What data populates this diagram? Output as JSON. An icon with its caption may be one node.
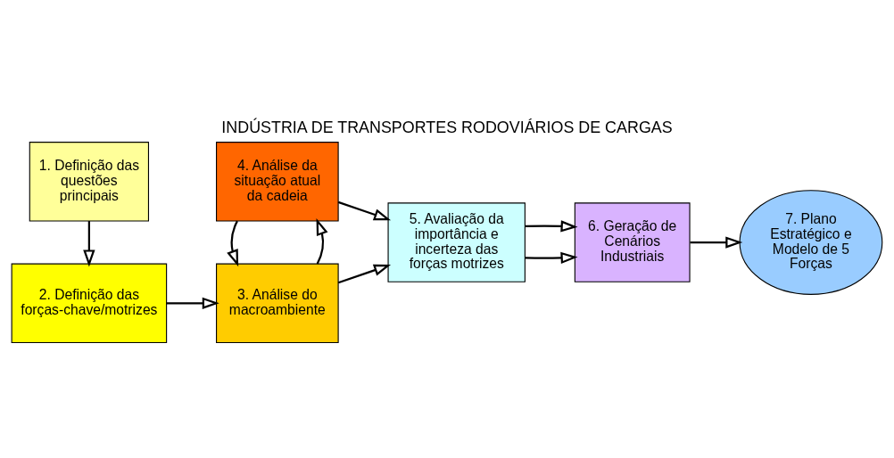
{
  "diagram": {
    "title": "INDÚSTRIA DE TRANSPORTES RODOVIÁRIOS DE CARGAS",
    "nodes": [
      {
        "text": [
          "1. Definição das questões principais"
        ]
      },
      {
        "text": [
          "4. Análise da situação atual da cadeia"
        ]
      },
      {
        "text": [
          "5. Avaliação da importância e incerteza das forças motrizes"
        ]
      },
      {
        "text": [
          "6. Geração de Cenários Industriais"
        ]
      },
      {
        "text": [
          "7. Plano Estratégico e Modelo de 5 Forças"
        ]
      },
      {
        "text": [
          "2. Definição das forças-chave/motrizes"
        ]
      },
      {
        "text": [
          "3. Análise do macroambiente"
        ]
      }
    ],
    "edges": [
      {
        "from": 0,
        "to": 5,
        "arrow": "to"
      },
      {
        "from": 5,
        "to": 6,
        "arrow": "to"
      },
      {
        "from": 6,
        "to": 1,
        "arrow": "to"
      },
      {
        "from": 1,
        "to": 6,
        "arrow": "to"
      },
      {
        "from": 1,
        "to": 2,
        "arrow": "to"
      },
      {
        "from": 6,
        "to": 2,
        "arrow": "to"
      },
      {
        "from": 2,
        "to": 3,
        "arrow": "to"
      },
      {
        "from": 2,
        "to": 3,
        "arrow": "to"
      },
      {
        "from": 3,
        "to": 4,
        "arrow": "to"
      }
    ]
  }
}
